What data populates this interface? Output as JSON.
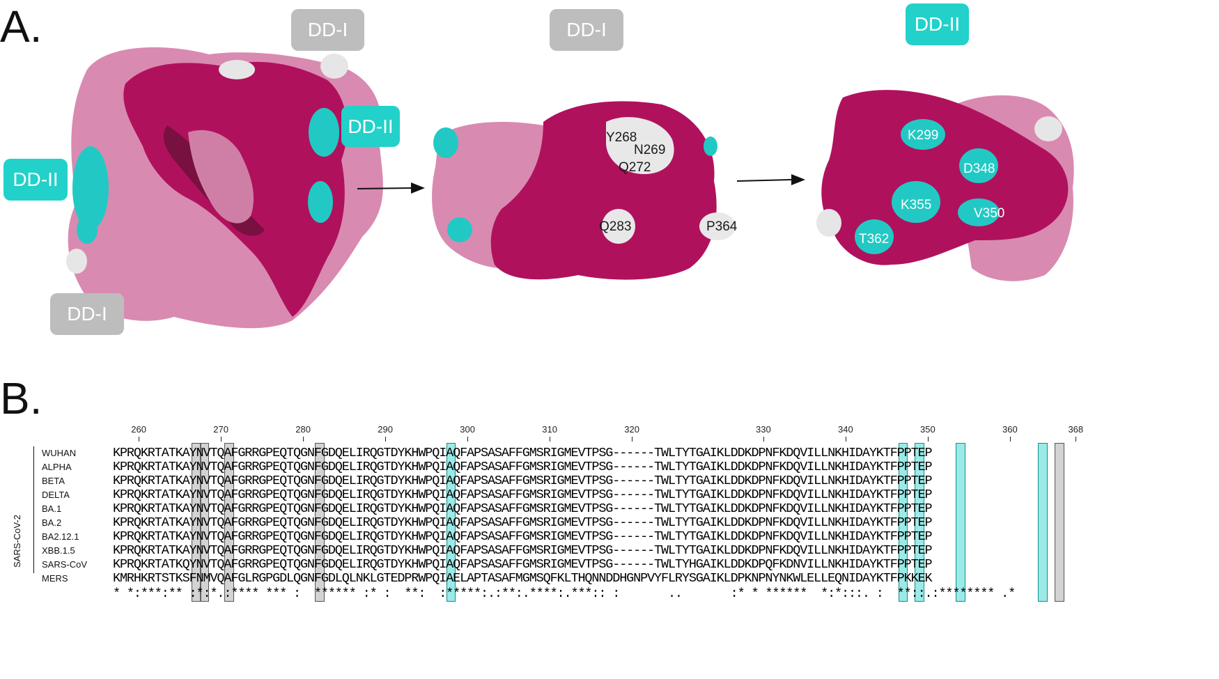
{
  "panels": {
    "a_label": "A.",
    "b_label": "B."
  },
  "panel_a": {
    "view1_tags": {
      "top": "DD-I",
      "right": "DD-II",
      "left": "DD-II",
      "bottom": "DD-I"
    },
    "view2_tag": "DD-I",
    "view3_tag": "DD-II",
    "view2_residues": [
      "Y268",
      "N269",
      "Q272",
      "Q283",
      "P364"
    ],
    "view3_residues": [
      "K299",
      "D348",
      "K355",
      "V350",
      "T362"
    ],
    "colors": {
      "domain_dark": "#b0115d",
      "domain_light": "#d98ab0",
      "dd2_surface": "#22c9c4",
      "dd1_surface": "#e8e8e8",
      "grey_tag": "#bdbdbd",
      "teal_tag": "#22d1c9"
    }
  },
  "panel_b": {
    "ruler": [
      {
        "label": "260",
        "col": 4
      },
      {
        "label": "270",
        "col": 14
      },
      {
        "label": "280",
        "col": 24
      },
      {
        "label": "290",
        "col": 34
      },
      {
        "label": "300",
        "col": 44
      },
      {
        "label": "310",
        "col": 54
      },
      {
        "label": "320",
        "col": 64
      },
      {
        "label": "330",
        "col": 80
      },
      {
        "label": "340",
        "col": 90
      },
      {
        "label": "350",
        "col": 100
      },
      {
        "label": "360",
        "col": 110
      },
      {
        "label": "368",
        "col": 118
      }
    ],
    "group_label": "SARS-CoV-2",
    "rows": [
      {
        "name": "WUHAN",
        "seq": "KPRQKRTATKAYNVTQAFGRRGPEQTQGNFGDQELIRQGTDYKHWPQIAQFAPSASAFFGMSRIGMEVTPSG------TWLTYTGAIKLDDKDPNFKDQVILLNKHIDAYKTFPPTEP"
      },
      {
        "name": "ALPHA",
        "seq": "KPRQKRTATKAYNVTQAFGRRGPEQTQGNFGDQELIRQGTDYKHWPQIAQFAPSASAFFGMSRIGMEVTPSG------TWLTYTGAIKLDDKDPNFKDQVILLNKHIDAYKTFPPTEP"
      },
      {
        "name": "BETA",
        "seq": "KPRQKRTATKAYNVTQAFGRRGPEQTQGNFGDQELIRQGTDYKHWPQIAQFAPSASAFFGMSRIGMEVTPSG------TWLTYTGAIKLDDKDPNFKDQVILLNKHIDAYKTFPPTEP"
      },
      {
        "name": "DELTA",
        "seq": "KPRQKRTATKAYNVTQAFGRRGPEQTQGNFGDQELIRQGTDYKHWPQIAQFAPSASAFFGMSRIGMEVTPSG------TWLTYTGAIKLDDKDPNFKDQVILLNKHIDAYKTFPPTEP"
      },
      {
        "name": "BA.1",
        "seq": "KPRQKRTATKAYNVTQAFGRRGPEQTQGNFGDQELIRQGTDYKHWPQIAQFAPSASAFFGMSRIGMEVTPSG------TWLTYTGAIKLDDKDPNFKDQVILLNKHIDAYKTFPPTEP"
      },
      {
        "name": "BA.2",
        "seq": "KPRQKRTATKAYNVTQAFGRRGPEQTQGNFGDQELIRQGTDYKHWPQIAQFAPSASAFFGMSRIGMEVTPSG------TWLTYTGAIKLDDKDPNFKDQVILLNKHIDAYKTFPPTEP"
      },
      {
        "name": "BA2.12.1",
        "seq": "KPRQKRTATKAYNVTQAFGRRGPEQTQGNFGDQELIRQGTDYKHWPQIAQFAPSASAFFGMSRIGMEVTPSG------TWLTYTGAIKLDDKDPNFKDQVILLNKHIDAYKTFPPTEP"
      },
      {
        "name": "XBB.1.5",
        "seq": "KPRQKRTATKAYNVTQAFGRRGPEQTQGNFGDQELIRQGTDYKHWPQIAQFAPSASAFFGMSRIGMEVTPSG------TWLTYTGAIKLDDKDPNFKDQVILLNKHIDAYKTFPPTEP"
      },
      {
        "name": "SARS-CoV",
        "seq": "KPRQKRTATKQYNVTQAFGRRGPEQTQGNFGDQELIRQGTDYKHWPQIAQFAPSASAFFGMSRIGMEVTPSG------TWLTYHGAIKLDDKDPQFKDNVILLNKHIDAYKTFPPTEP"
      },
      {
        "name": "MERS",
        "seq": "KMRHKRTSTKSFNMVQAFGLRGPGDLQGNFGDLQLNKLGTEDPRWPQIAELAPTASAFMGMSQFKLTHQNNDDHGNPVYFLRYSGAIKLDPKNPNYNKWLELLEQNIDAYKTFPKKEK"
      }
    ],
    "consensus": "* *:***:** :*:*.:**** *** :  ****** :* :  **:  :*****:.:**:.****:.***:: :       ..       :* * ******  *:*:::. :  **::.:******** .*",
    "highlight_columns": {
      "grey": [
        11,
        12,
        15,
        26,
        116
      ],
      "teal": [
        42,
        97,
        99,
        104,
        114
      ]
    }
  }
}
